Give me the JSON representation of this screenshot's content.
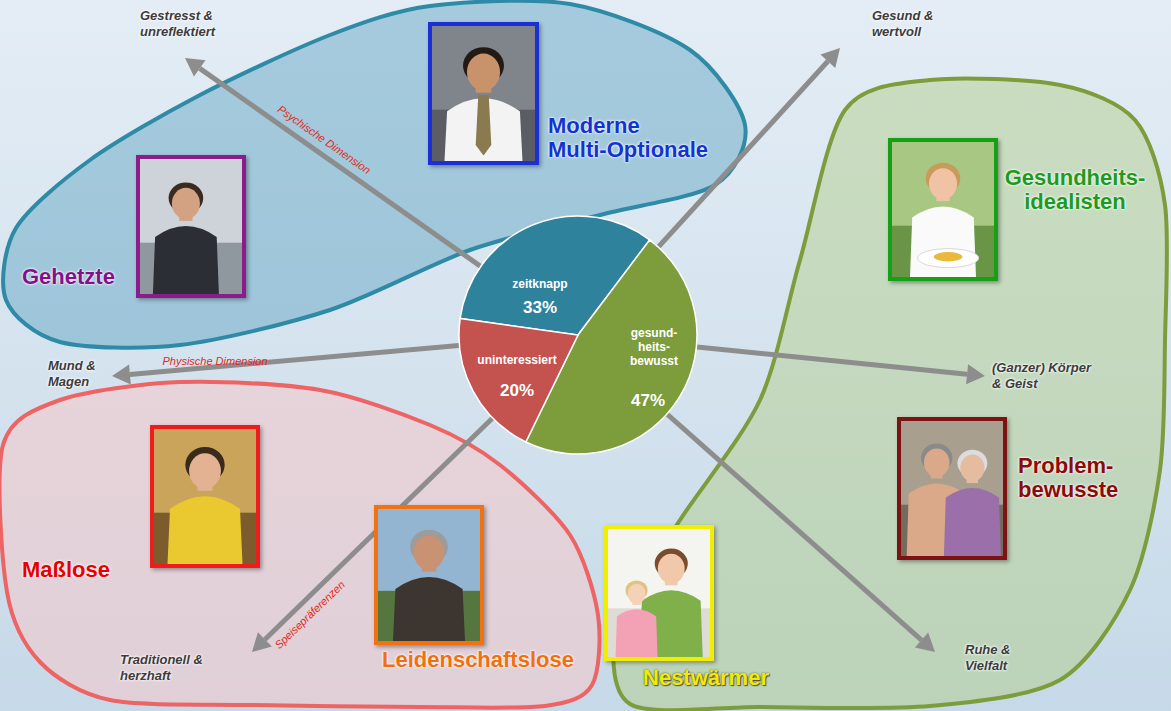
{
  "diagram": {
    "nodes": [
      {
        "text": [
          "Moderne Multi-Optionale"
        ]
      },
      {
        "text": [
          "Gehetzte"
        ]
      },
      {
        "text": [
          "Gesundheits- idealisten"
        ]
      },
      {
        "text": [
          "zeitknapp",
          "33%"
        ]
      },
      {
        "text": [
          "gesund- heits- bewusst",
          "47%"
        ]
      },
      {
        "text": [
          "uninteressiert",
          "20%"
        ]
      },
      {
        "text": [
          "Problem- bewusste"
        ]
      },
      {
        "text": [
          "Maßlose"
        ]
      },
      {
        "text": [
          "Leidenschaftslose"
        ]
      },
      {
        "text": [
          "Nestwärmer"
        ]
      }
    ],
    "labels": [
      "Gestresst & unreflektiert",
      "Psychische Dimension",
      "Gesund & wertvoll",
      "Mund & Magen",
      "Physische Dimension",
      "(Ganzer) Körper & Geist",
      "Speisepräferenzen",
      "Traditionell & herzhaft",
      "Ruhe & Vielfalt"
    ]
  }
}
